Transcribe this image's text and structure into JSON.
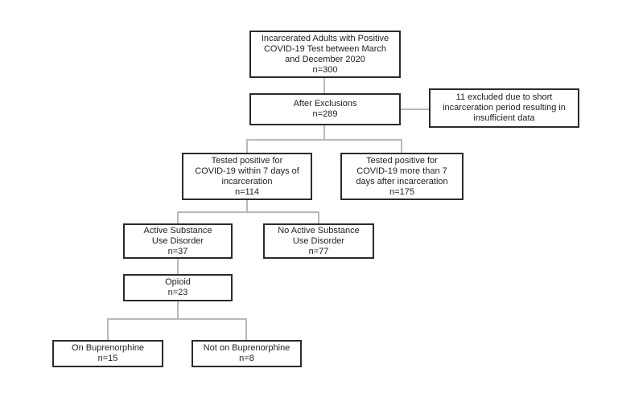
{
  "nodes": {
    "n1": {
      "lines": [
        "Incarcerated Adults with Positive",
        "COVID-19 Test between March",
        "and December 2020",
        "n=300"
      ]
    },
    "n2": {
      "lines": [
        "After Exclusions",
        "n=289"
      ]
    },
    "excluded": {
      "lines": [
        "11 excluded due to short",
        "incarceration period resulting in",
        "insufficient data"
      ]
    },
    "n3": {
      "lines": [
        "Tested positive for",
        "COVID-19 within 7 days of",
        "incarceration",
        "n=114"
      ]
    },
    "n4": {
      "lines": [
        "Tested positive for",
        "COVID-19 more than 7",
        "days after incarceration",
        "n=175"
      ]
    },
    "n5": {
      "lines": [
        "Active Substance",
        "Use Disorder",
        "n=37"
      ]
    },
    "n6": {
      "lines": [
        "No Active Substance",
        "Use Disorder",
        "n=77"
      ]
    },
    "n7": {
      "lines": [
        "Opioid",
        "n=23"
      ]
    },
    "n8": {
      "lines": [
        "On Buprenorphine",
        "n=15"
      ]
    },
    "n9": {
      "lines": [
        "Not on Buprenorphine",
        "n=8"
      ]
    }
  },
  "colors": {
    "border": "#2b2b2b",
    "connector": "#b9b9b9",
    "text": "#1e1e1e"
  }
}
